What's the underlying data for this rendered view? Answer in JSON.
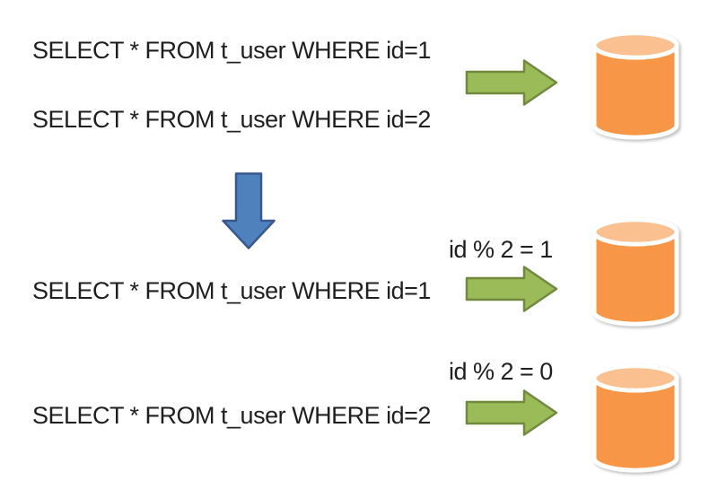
{
  "before": {
    "query_1": "SELECT * FROM t_user WHERE id=1",
    "query_2": "SELECT * FROM t_user WHERE id=2"
  },
  "after": {
    "shard_1": {
      "rule": "id % 2 = 1",
      "query": "SELECT * FROM t_user WHERE id=1"
    },
    "shard_2": {
      "rule": "id % 2 = 0",
      "query": "SELECT * FROM t_user WHERE id=2"
    }
  },
  "icons": {
    "right_arrow": "right-arrow-icon",
    "down_arrow": "down-arrow-icon",
    "database": "database-cylinder-icon"
  },
  "colors": {
    "background": "#FFFFFF",
    "text": "#1F1F1F",
    "green_arrow_fill": "#9BBB59",
    "green_arrow_stroke": "#71893F",
    "blue_arrow_fill": "#4F81BD",
    "blue_arrow_stroke": "#38598C",
    "cylinder_body": "#F79646",
    "cylinder_top": "#FAC090",
    "cylinder_outline": "#FFFFFF"
  }
}
